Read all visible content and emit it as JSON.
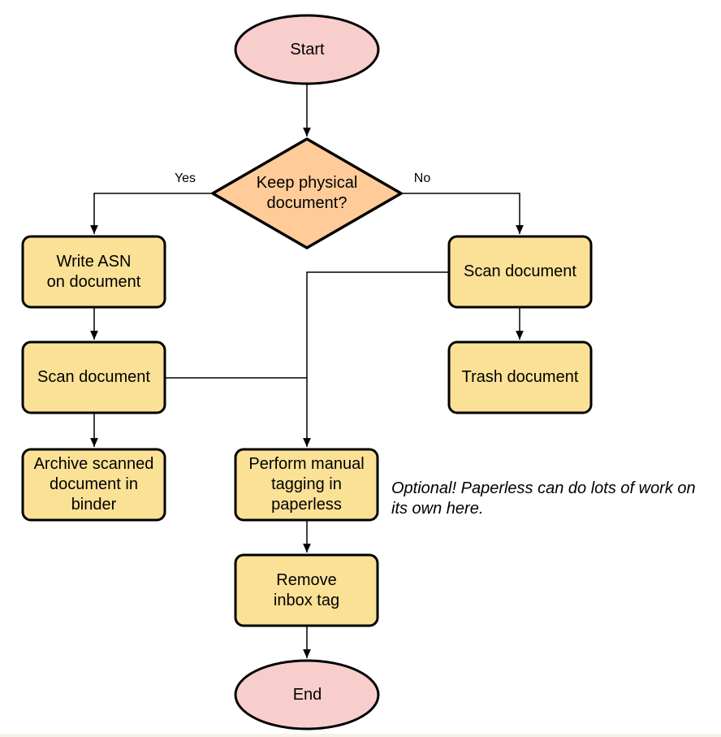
{
  "diagram": {
    "background": "#ffffff",
    "colors": {
      "terminal_fill": "#f8cecc",
      "decision_fill": "#ffcc99",
      "process_fill": "#fbe196",
      "stroke": "#000000",
      "line": "#000000"
    },
    "nodes": {
      "start": {
        "type": "terminal",
        "label": "Start"
      },
      "decision": {
        "type": "decision",
        "label": "Keep physical\ndocument?"
      },
      "write_asn": {
        "type": "process",
        "label": "Write ASN\non document"
      },
      "scan_left": {
        "type": "process",
        "label": "Scan document"
      },
      "archive": {
        "type": "process",
        "label": "Archive scanned\ndocument in\nbinder"
      },
      "scan_right": {
        "type": "process",
        "label": "Scan document"
      },
      "trash": {
        "type": "process",
        "label": "Trash document"
      },
      "perform_tagging": {
        "type": "process",
        "label": "Perform manual\ntagging in\npaperless"
      },
      "remove_inbox": {
        "type": "process",
        "label": "Remove\ninbox tag"
      },
      "end": {
        "type": "terminal",
        "label": "End"
      }
    },
    "edge_labels": {
      "yes": "Yes",
      "no": "No"
    },
    "edges": [
      {
        "from": "start",
        "to": "decision"
      },
      {
        "from": "decision",
        "to": "write_asn",
        "label": "Yes"
      },
      {
        "from": "decision",
        "to": "scan_right",
        "label": "No"
      },
      {
        "from": "write_asn",
        "to": "scan_left"
      },
      {
        "from": "scan_left",
        "to": "archive"
      },
      {
        "from": "scan_left",
        "to": "perform_tagging"
      },
      {
        "from": "scan_right",
        "to": "trash"
      },
      {
        "from": "scan_right",
        "to": "perform_tagging"
      },
      {
        "from": "perform_tagging",
        "to": "remove_inbox"
      },
      {
        "from": "remove_inbox",
        "to": "end"
      }
    ],
    "note": "Optional! Paperless can do lots of work on\nits own here."
  }
}
